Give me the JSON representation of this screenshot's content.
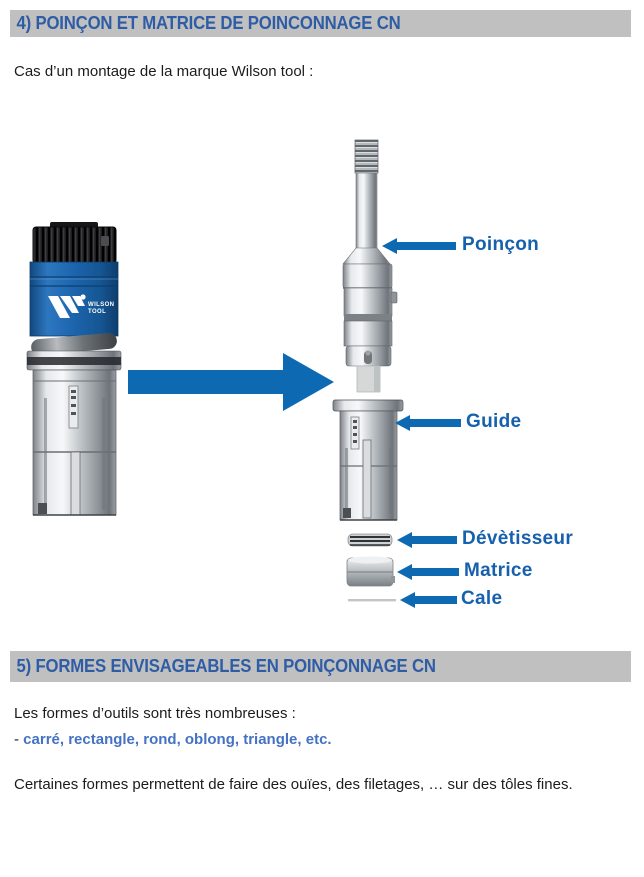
{
  "colors": {
    "bar_bg": "#c0c0c0",
    "heading_blue": "#2e5ca5",
    "arrow_blue": "#0d69b2",
    "callout_label_blue": "#1660ae",
    "list_blue": "#4472c4",
    "body_text": "#1c1c1c",
    "wilson_body_blue": "#1d64ad"
  },
  "section4": {
    "heading": "4) POINÇON ET MATRICE DE POINCONNAGE CN",
    "intro": "Cas d’un montage de la marque Wilson tool :"
  },
  "figure": {
    "brand_line1": "WILSON",
    "brand_line2": "TOOL",
    "callouts": [
      {
        "label": "Poinçon"
      },
      {
        "label": "Guide"
      },
      {
        "label": "Dévètisseur"
      },
      {
        "label": "Matrice"
      },
      {
        "label": "Cale"
      }
    ]
  },
  "section5": {
    "heading": "5) FORMES ENVISAGEABLES EN POINÇONNAGE CN",
    "line1": "Les formes d’outils sont très nombreuses :",
    "list_dash": "-",
    "list_items": "carré, rectangle, rond, oblong, triangle, etc.",
    "para": "Certaines formes permettent de faire des ouïes, des filetages, … sur des tôles fines."
  }
}
